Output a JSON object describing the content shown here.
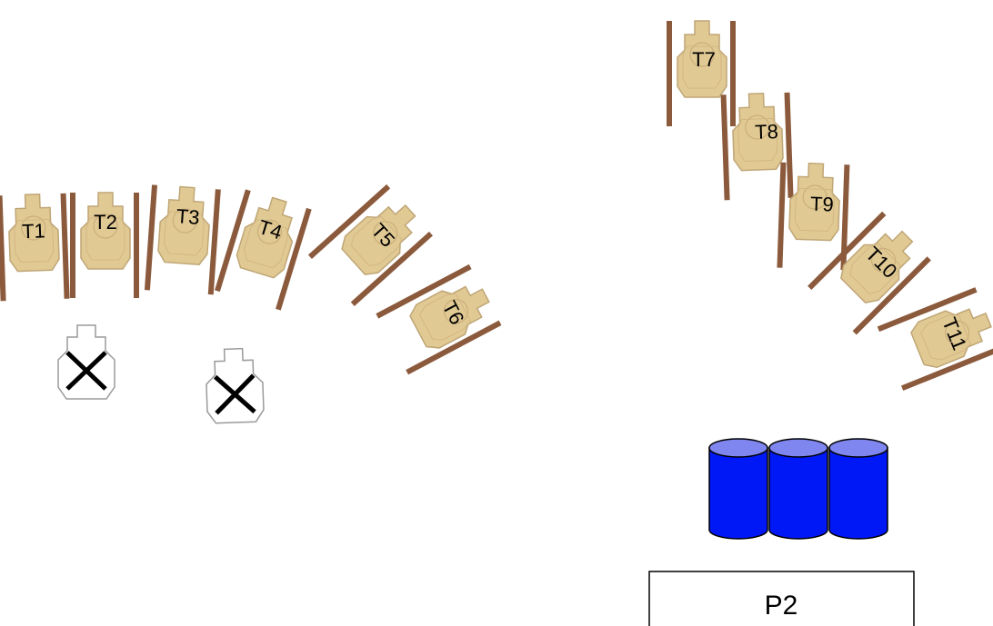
{
  "targets": [
    {
      "id": "t1",
      "label": "T1"
    },
    {
      "id": "t2",
      "label": "T2"
    },
    {
      "id": "t3",
      "label": "T3"
    },
    {
      "id": "t4",
      "label": "T4"
    },
    {
      "id": "t5",
      "label": "T5"
    },
    {
      "id": "t6",
      "label": "T6"
    },
    {
      "id": "t7",
      "label": "T7"
    },
    {
      "id": "t8",
      "label": "T8"
    },
    {
      "id": "t9",
      "label": "T9"
    },
    {
      "id": "t10",
      "label": "T10"
    },
    {
      "id": "t11",
      "label": "T11"
    }
  ],
  "no_shoot_targets": [
    {
      "id": "ns1",
      "icon": "x-mark-icon"
    },
    {
      "id": "ns2",
      "icon": "x-mark-icon"
    }
  ],
  "barrels": {
    "count": 3,
    "color": "#0018f5",
    "top_color": "#7f86f0"
  },
  "position_box": {
    "label": "P2"
  },
  "colors": {
    "target_face": "#e1c994",
    "target_stroke": "#bfa676",
    "stand": "#8b5a3c"
  }
}
